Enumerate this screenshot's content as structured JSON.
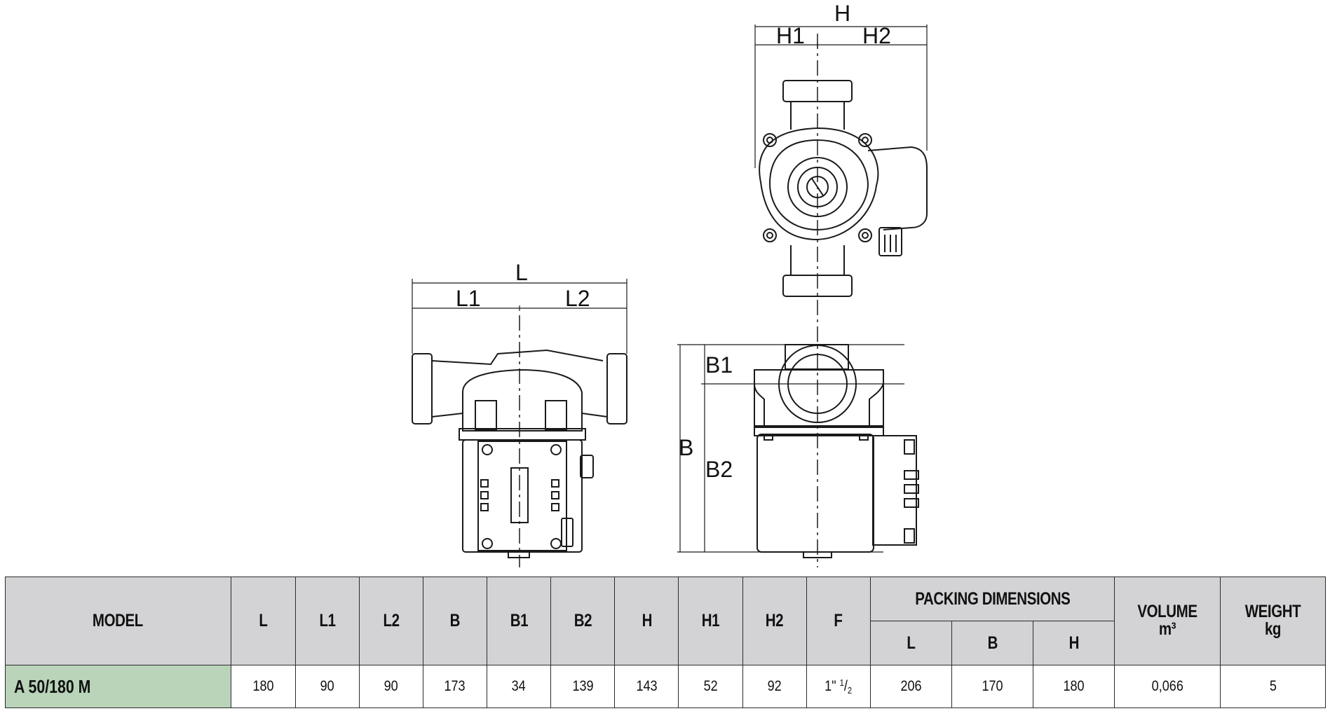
{
  "drawing": {
    "side_view": {
      "L": "L",
      "L1": "L1",
      "L2": "L2"
    },
    "top_view": {
      "H": "H",
      "H1": "H1",
      "H2": "H2"
    },
    "front_view": {
      "B": "B",
      "B1": "B1",
      "B2": "B2"
    }
  },
  "table": {
    "headers": {
      "model": "MODEL",
      "L": "L",
      "L1": "L1",
      "L2": "L2",
      "B": "B",
      "B1": "B1",
      "B2": "B2",
      "H": "H",
      "H1": "H1",
      "H2": "H2",
      "F": "F",
      "packing": "PACKING DIMENSIONS",
      "pack_L": "L",
      "pack_B": "B",
      "pack_H": "H",
      "volume": "VOLUME",
      "volume_unit": "m³",
      "weight": "WEIGHT",
      "weight_unit": "kg"
    },
    "rows": [
      {
        "model": "A 50/180 M",
        "L": "180",
        "L1": "90",
        "L2": "90",
        "B": "173",
        "B1": "34",
        "B2": "139",
        "H": "143",
        "H1": "52",
        "H2": "92",
        "F_whole": "1\"",
        "F_num": "1",
        "F_den": "2",
        "pack_L": "206",
        "pack_B": "170",
        "pack_H": "180",
        "volume": "0,066",
        "weight": "5"
      }
    ]
  },
  "colors": {
    "header_bg": "#d3d3d6",
    "model_bg": "#b9d4b9",
    "line": "#2b2b2b"
  }
}
